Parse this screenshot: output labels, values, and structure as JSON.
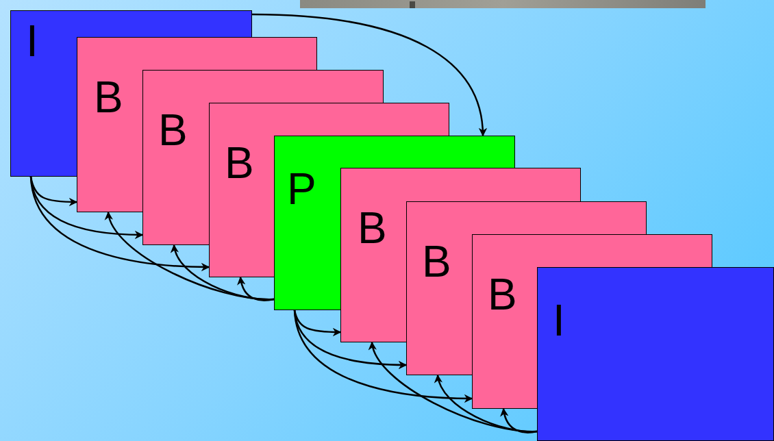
{
  "diagram": {
    "nodes": [
      {
        "text": [
          "I"
        ]
      },
      {
        "text": [
          "B"
        ]
      },
      {
        "text": [
          "B"
        ]
      },
      {
        "text": [
          "B"
        ]
      },
      {
        "text": [
          "P"
        ]
      },
      {
        "text": [
          "B"
        ]
      },
      {
        "text": [
          "B"
        ]
      },
      {
        "text": [
          "B"
        ]
      },
      {
        "text": [
          "I"
        ]
      }
    ],
    "edges": [
      {
        "from": 0,
        "to": 4,
        "arrow": "to"
      },
      {
        "from": 0,
        "to": 1,
        "arrow": "to"
      },
      {
        "from": 0,
        "to": 2,
        "arrow": "to"
      },
      {
        "from": 0,
        "to": 3,
        "arrow": "to"
      },
      {
        "from": 4,
        "to": 1,
        "arrow": "to"
      },
      {
        "from": 4,
        "to": 2,
        "arrow": "to"
      },
      {
        "from": 4,
        "to": 3,
        "arrow": "to"
      },
      {
        "from": 4,
        "to": 5,
        "arrow": "to"
      },
      {
        "from": 4,
        "to": 6,
        "arrow": "to"
      },
      {
        "from": 4,
        "to": 7,
        "arrow": "to"
      },
      {
        "from": 8,
        "to": 5,
        "arrow": "to"
      },
      {
        "from": 8,
        "to": 6,
        "arrow": "to"
      },
      {
        "from": 8,
        "to": 7,
        "arrow": "to"
      }
    ]
  }
}
